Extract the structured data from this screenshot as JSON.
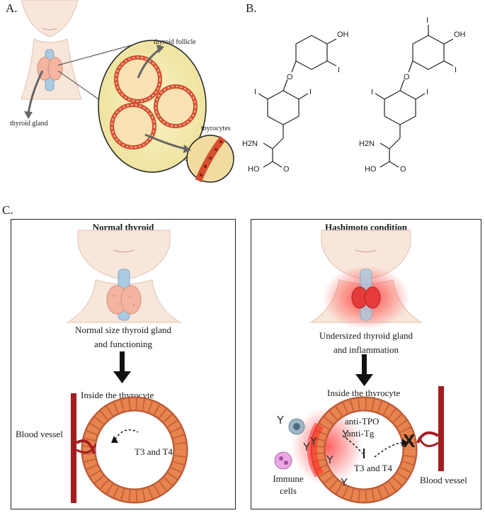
{
  "panel_a": {
    "letter": "A.",
    "label_follicle": "thyroid follicle",
    "label_gland": "thyroid gland",
    "label_thyrocytes": "thyrocytes"
  },
  "panel_b": {
    "letter": "B.",
    "left_molecule": {
      "atoms": [
        "OH",
        "I",
        "O",
        "I",
        "I",
        "H2N",
        "HO",
        "O"
      ]
    },
    "right_molecule": {
      "atoms": [
        "I",
        "OH",
        "I",
        "O",
        "I",
        "I",
        "H2N",
        "HO",
        "O"
      ]
    }
  },
  "panel_c": {
    "letter": "C.",
    "normal": {
      "title": "Normal thyroid",
      "caption_line1": "Normal size thyroid gland",
      "caption_line2": "and functioning",
      "inside_label": "Inside the thyrocyte",
      "vessel_label": "Blood vessel",
      "hormone_label": "T3 and T4"
    },
    "hashimoto": {
      "title": "Hashimoto condition",
      "caption_line1": "Undersized thyroid gland",
      "caption_line2": "and inflammation",
      "inside_label": "Inside the thyrocyte",
      "antibody_line1": "anti-TPO",
      "antibody_line2": "anti-Tg",
      "hormone_label": "T3 and T4",
      "immune_line1": "Immune",
      "immune_line2": "cells",
      "vessel_label": "Blood vessel",
      "block_mark": "X"
    }
  },
  "colors": {
    "skin": "#f8e6da",
    "gland": "#f3b4a0",
    "trachea": "#a9cbe3",
    "follicle_fill": "#f7efb5",
    "follicle_ring": "#d4502f",
    "vessel": "#a51c20",
    "inflammation": "#ff2a2a"
  }
}
